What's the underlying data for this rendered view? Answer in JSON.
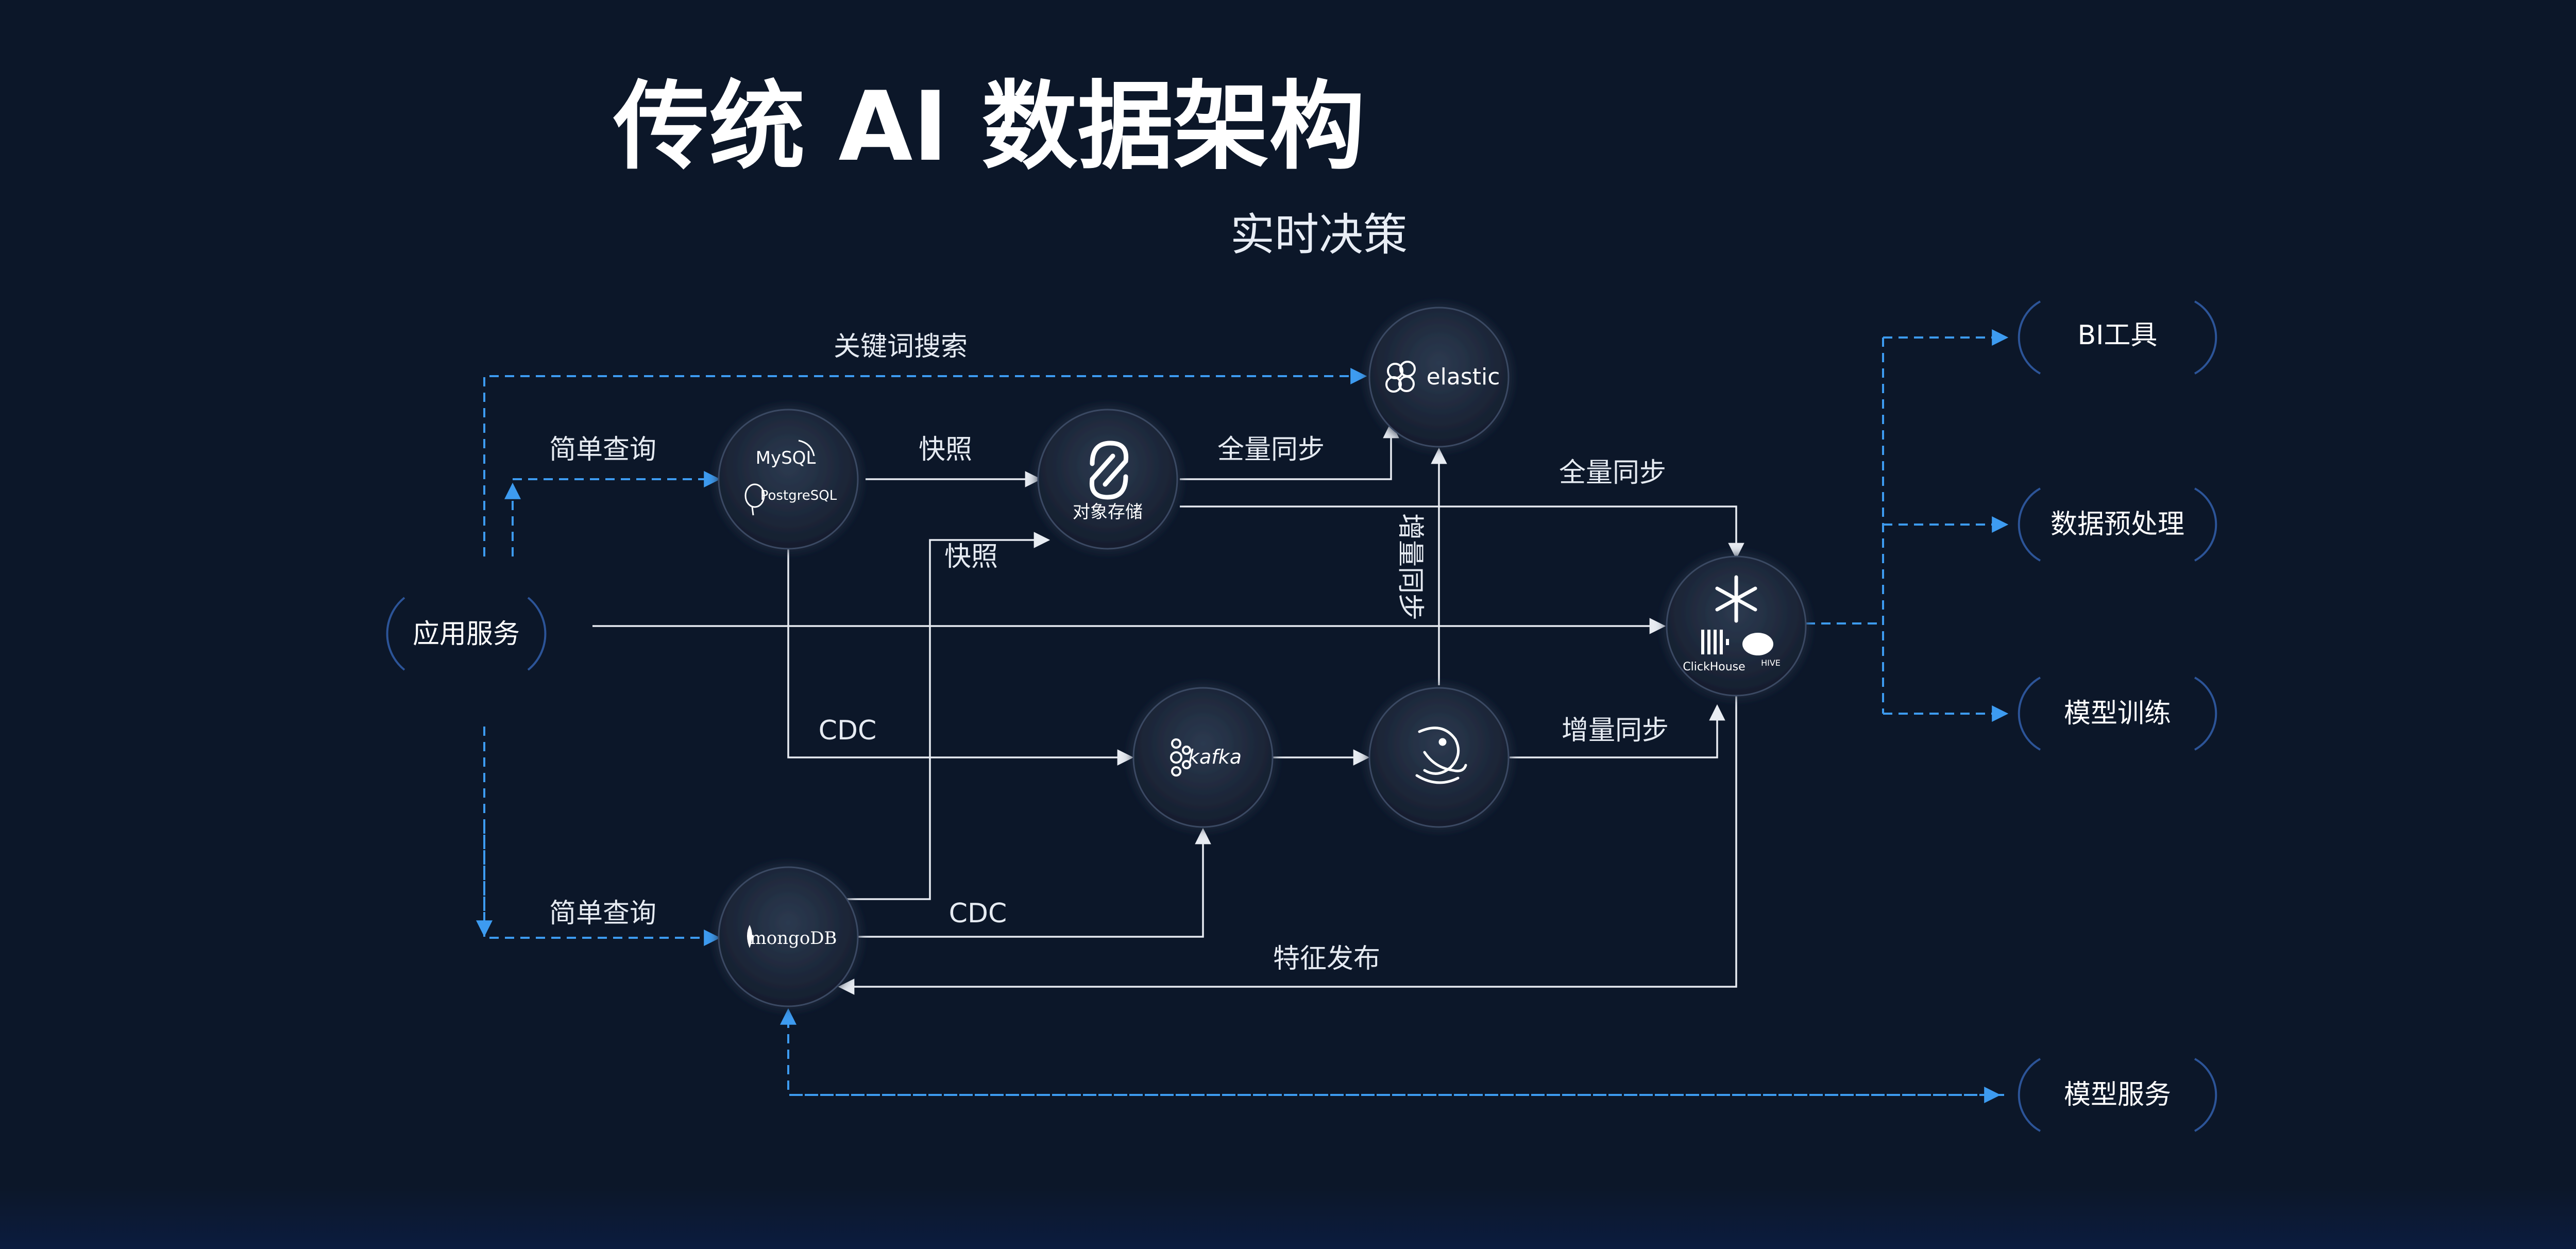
{
  "title": "传统 AI 数据架构",
  "subtitle": "实时决策",
  "colors": {
    "background": "#0c1729",
    "dashed_arrow": "#3d9bf0",
    "solid_arrow": "#e8ecf2",
    "node": "#1f2a3c"
  },
  "nodes": {
    "app": "应用服务",
    "relational": {
      "mysql": "MySQL",
      "postgres": "PostgreSQL"
    },
    "object_storage": "对象存储",
    "elastic": "elastic",
    "kafka": "kafka",
    "stream": "",
    "mongodb": "mongoDB",
    "warehouse": {
      "clickhouse": "ClickHouse",
      "hive": "HIVE"
    }
  },
  "outputs": {
    "bi": "BI工具",
    "preprocess": "数据预处理",
    "training": "模型训练",
    "serving": "模型服务"
  },
  "edges": {
    "keyword_search": "关键词搜索",
    "simple_query_top": "简单查询",
    "snapshot_1": "快照",
    "snapshot_2": "快照",
    "full_sync_elastic": "全量同步",
    "full_sync_warehouse": "全量同步",
    "incremental_sync_vertical": "增量同步",
    "incremental_sync": "增量同步",
    "cdc_relational": "CDC",
    "cdc_mongo": "CDC",
    "simple_query_bottom": "简单查询",
    "feature_publish": "特征发布"
  }
}
